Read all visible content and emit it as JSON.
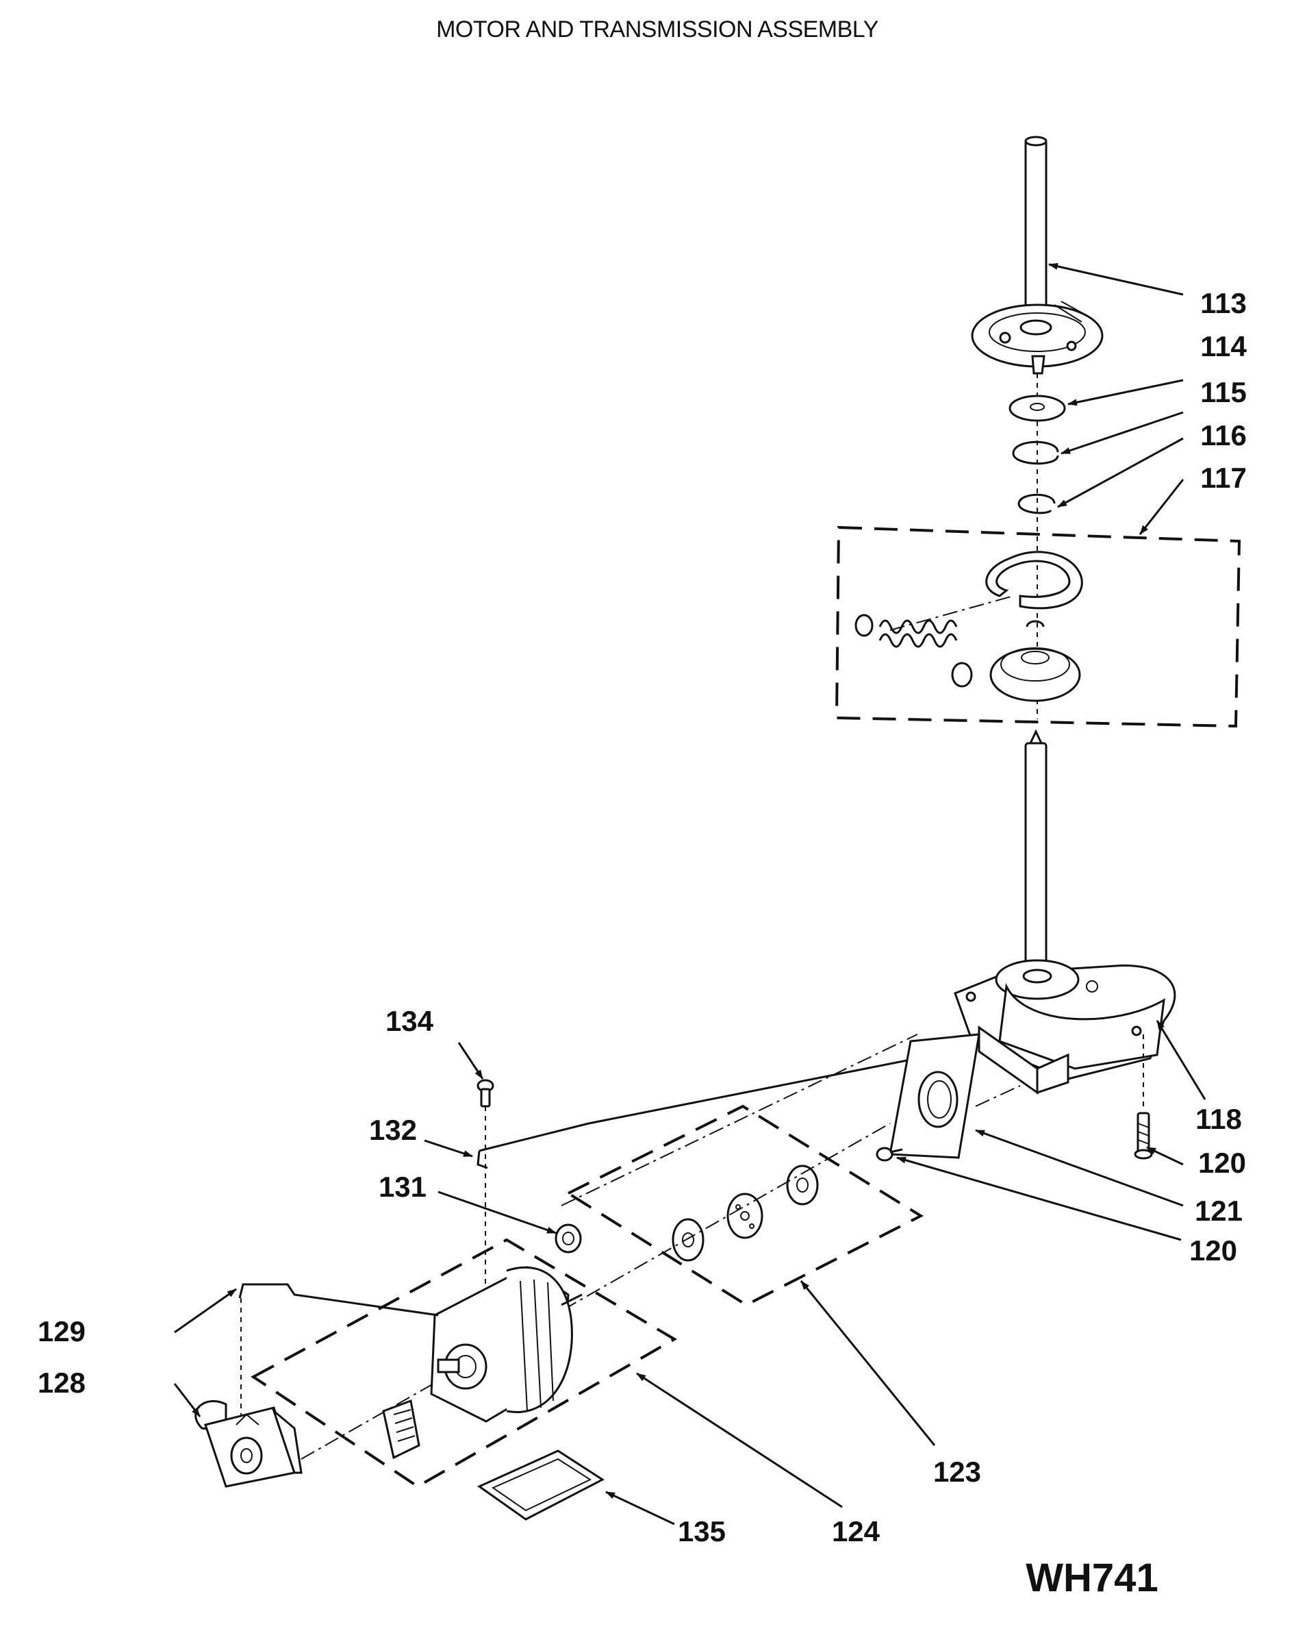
{
  "title": "MOTOR AND TRANSMISSION ASSEMBLY",
  "model_code": "WH741",
  "callouts": [
    "113",
    "114",
    "115",
    "116",
    "117",
    "118",
    "120",
    "121",
    "120",
    "123",
    "124",
    "128",
    "129",
    "131",
    "132",
    "134",
    "135"
  ]
}
